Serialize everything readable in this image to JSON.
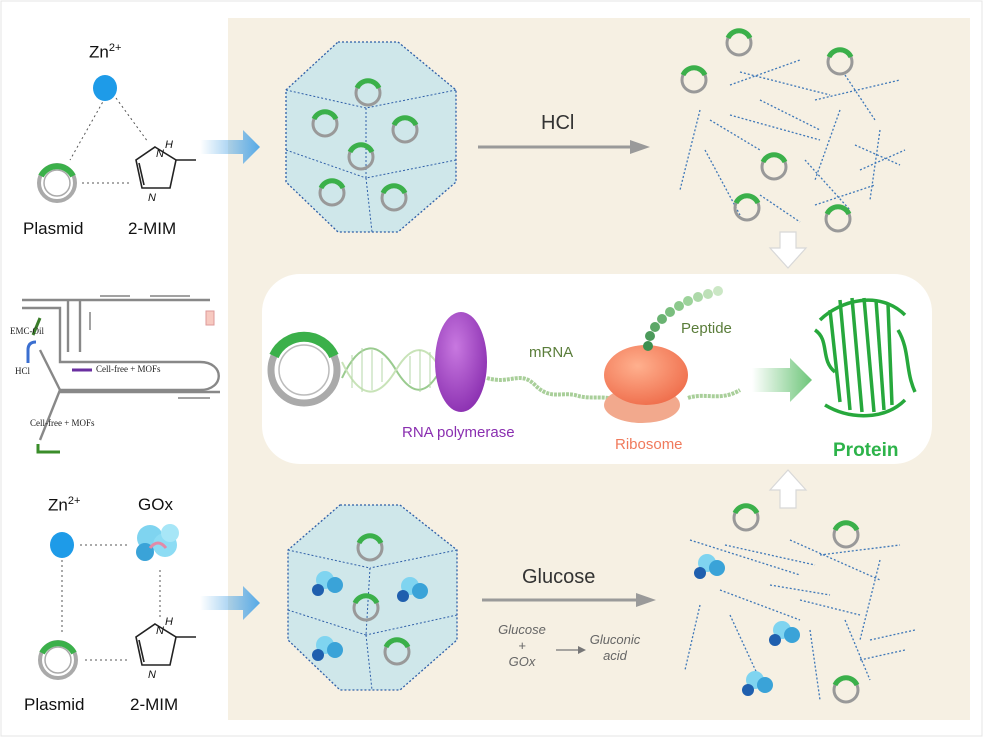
{
  "top_path": {
    "metal": {
      "symbol": "Zn",
      "charge": "2+"
    },
    "plasmid_label": "Plasmid",
    "linker_label": "2-MIM",
    "linker_nh": "H",
    "linker_n": "N",
    "trigger_label": "HCl"
  },
  "microfluidic": {
    "oil_label": "EMC-Oil",
    "acid_label": "HCl",
    "inlet_label_1": "Cell-free + MOFs",
    "inlet_label_2": "Cell-free + MOFs"
  },
  "expression": {
    "mrna_label": "mRNA",
    "polymerase_label": "RNA polymerase",
    "ribosome_label": "Ribosome",
    "peptide_label": "Peptide",
    "protein_label": "Protein"
  },
  "bottom_path": {
    "metal": {
      "symbol": "Zn",
      "charge": "2+"
    },
    "enzyme_label": "GOx",
    "plasmid_label": "Plasmid",
    "linker_label": "2-MIM",
    "linker_nh": "H",
    "linker_n": "N",
    "trigger_label": "Glucose",
    "reaction": {
      "reactant_1": "Glucose",
      "plus": "+",
      "reactant_2": "GOx",
      "product_1": "Gluconic",
      "product_2": "acid"
    }
  },
  "colors": {
    "panel": "#f6f0e3",
    "zinc": "#1e9be8",
    "plasmid_green": "#3bb04a",
    "cage_fill": "#cfe7ea",
    "cage_line": "#2f5fa8",
    "flow_arrow": "#56a9e6",
    "grey_arrow": "#9a9a9a",
    "polymerase": "#a03cc2",
    "ribosome": "#f5875f",
    "protein": "#2db34a",
    "enzyme": "#3aa3d8"
  }
}
